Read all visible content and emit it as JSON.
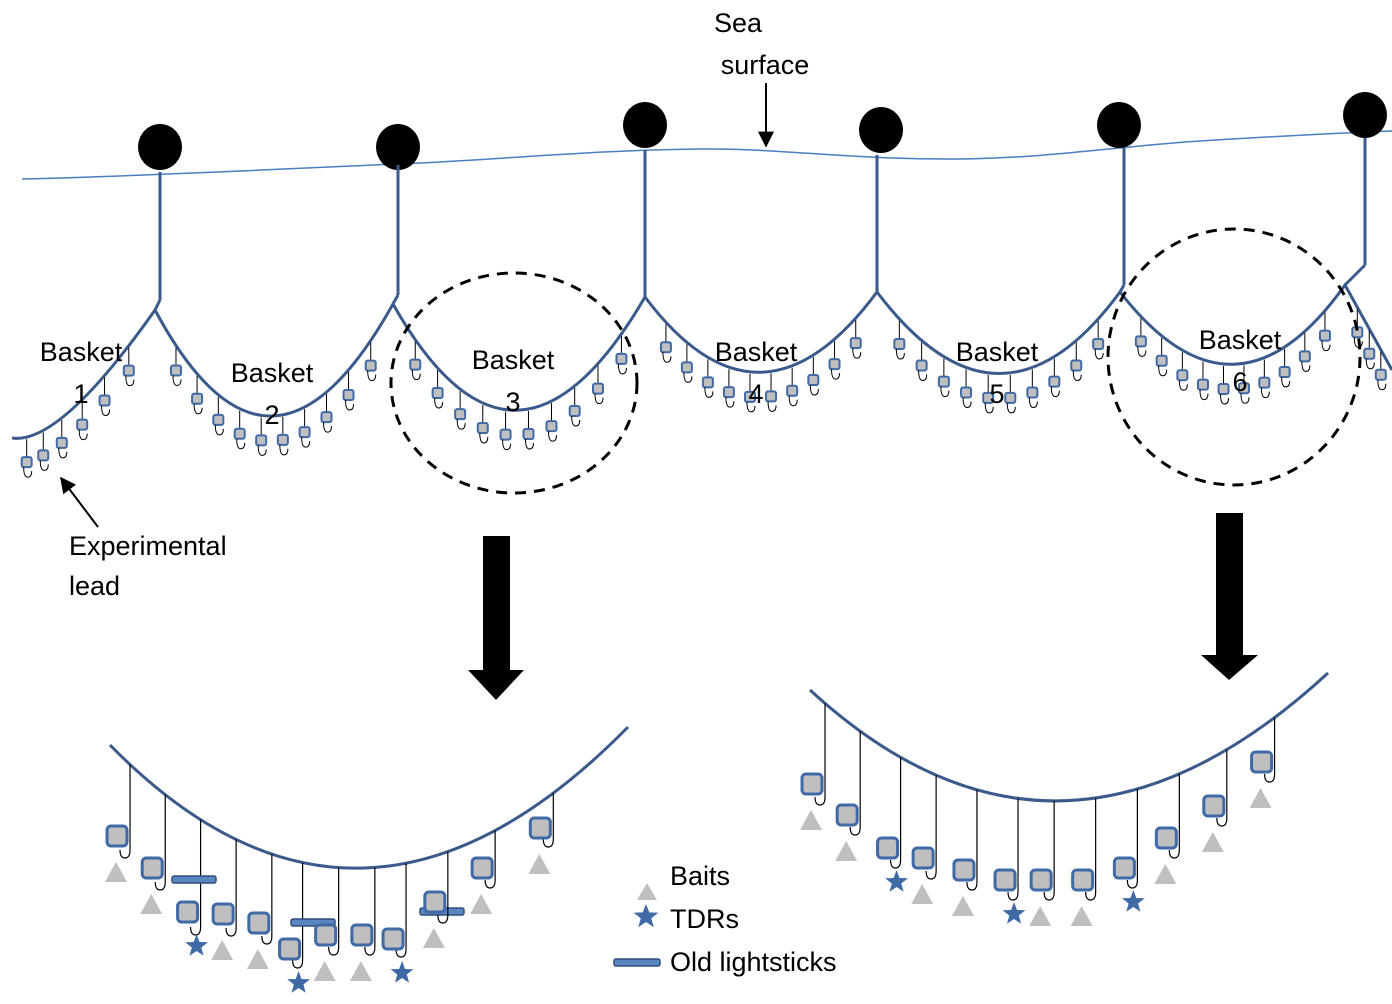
{
  "labels": {
    "sea_surface": [
      "Sea",
      "surface"
    ],
    "experimental_lead": [
      "Experimental",
      "lead"
    ],
    "basket_word": "Basket",
    "basket_numbers": [
      "1",
      "2",
      "3",
      "4",
      "5",
      "6"
    ]
  },
  "legend": {
    "baits": "Baits",
    "tdrs": "TDRs",
    "old_lightsticks": "Old lightsticks"
  },
  "colors": {
    "line": "#3a5a8c",
    "hook_box_fill": "#bfbfbf",
    "hook_box_border": "#3f6aa6",
    "bait": "#bfbfbf",
    "tdr": "#3f6aa6",
    "lightstick_fill": "#5a86c0",
    "lightstick_border": "#2e4f80",
    "buoy": "#000000",
    "sea_line": "#4a7fc1"
  }
}
